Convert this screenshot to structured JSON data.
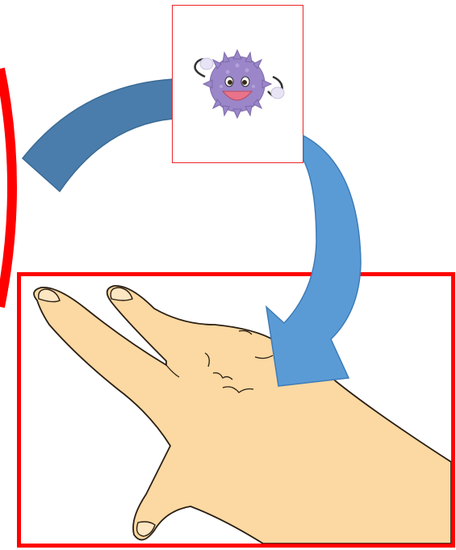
{
  "diagram": {
    "nodes": [
      {
        "id": "germ",
        "icon": "virus-germ-character-icon"
      },
      {
        "id": "hand",
        "icon": "hand-back-illustration"
      }
    ],
    "edges": [
      {
        "from": "left-edge-cycle",
        "to": "germ",
        "style": "curved-arrow-body"
      },
      {
        "from": "germ",
        "to": "hand",
        "style": "curved-arrow"
      }
    ],
    "colors": {
      "frame_red": "#ff0000",
      "arrow_dark": "#4a7dab",
      "arrow_light": "#5b9bd5",
      "germ_purple": "#9b86c9",
      "skin": "#fcd9a2"
    }
  }
}
